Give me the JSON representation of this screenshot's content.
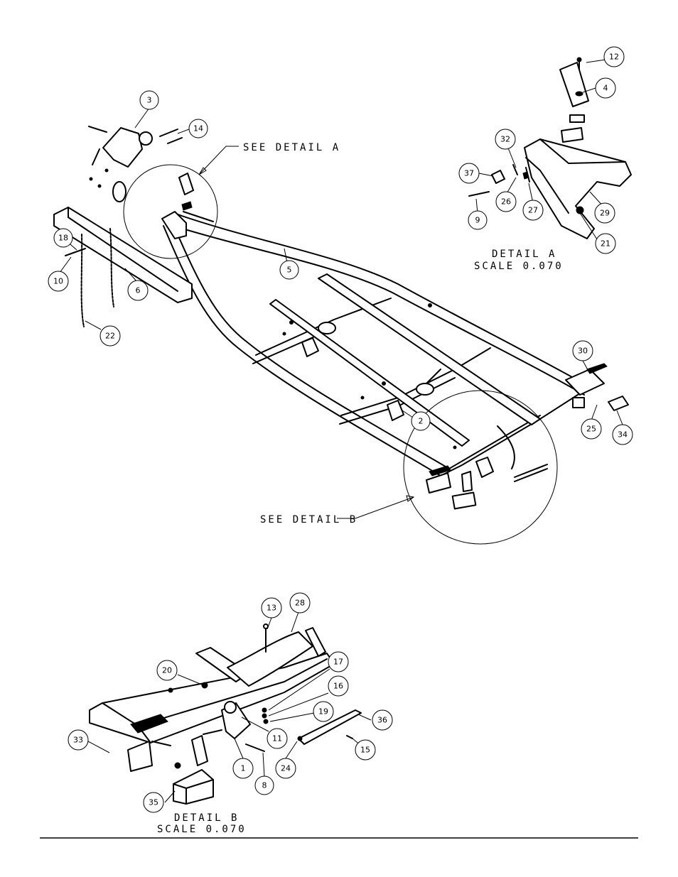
{
  "callouts": [
    {
      "id": "b12",
      "num": "12"
    },
    {
      "id": "b4",
      "num": "4"
    },
    {
      "id": "b3",
      "num": "3"
    },
    {
      "id": "b14",
      "num": "14"
    },
    {
      "id": "b32",
      "num": "32"
    },
    {
      "id": "b37",
      "num": "37"
    },
    {
      "id": "b26",
      "num": "26"
    },
    {
      "id": "b27",
      "num": "27"
    },
    {
      "id": "b29",
      "num": "29"
    },
    {
      "id": "b9",
      "num": "9"
    },
    {
      "id": "b21",
      "num": "21"
    },
    {
      "id": "b18",
      "num": "18"
    },
    {
      "id": "b10",
      "num": "10"
    },
    {
      "id": "b5",
      "num": "5"
    },
    {
      "id": "b6",
      "num": "6"
    },
    {
      "id": "b22",
      "num": "22"
    },
    {
      "id": "b30",
      "num": "30"
    },
    {
      "id": "b2",
      "num": "2"
    },
    {
      "id": "b25",
      "num": "25"
    },
    {
      "id": "b34",
      "num": "34"
    },
    {
      "id": "b13",
      "num": "13"
    },
    {
      "id": "b28",
      "num": "28"
    },
    {
      "id": "b20",
      "num": "20"
    },
    {
      "id": "b17",
      "num": "17"
    },
    {
      "id": "b16",
      "num": "16"
    },
    {
      "id": "b19",
      "num": "19"
    },
    {
      "id": "b36",
      "num": "36"
    },
    {
      "id": "b11",
      "num": "11"
    },
    {
      "id": "b33",
      "num": "33"
    },
    {
      "id": "b15",
      "num": "15"
    },
    {
      "id": "b1",
      "num": "1"
    },
    {
      "id": "b24",
      "num": "24"
    },
    {
      "id": "b8",
      "num": "8"
    },
    {
      "id": "b35",
      "num": "35"
    }
  ],
  "labels": {
    "see_detail_a": "SEE DETAIL  A",
    "see_detail_b": "SEE DETAIL  B",
    "detail_a_title": "DETAIL  A",
    "detail_a_scale": "SCALE  0.070",
    "detail_b_title": "DETAIL  B",
    "detail_b_scale": "SCALE  0.070"
  }
}
